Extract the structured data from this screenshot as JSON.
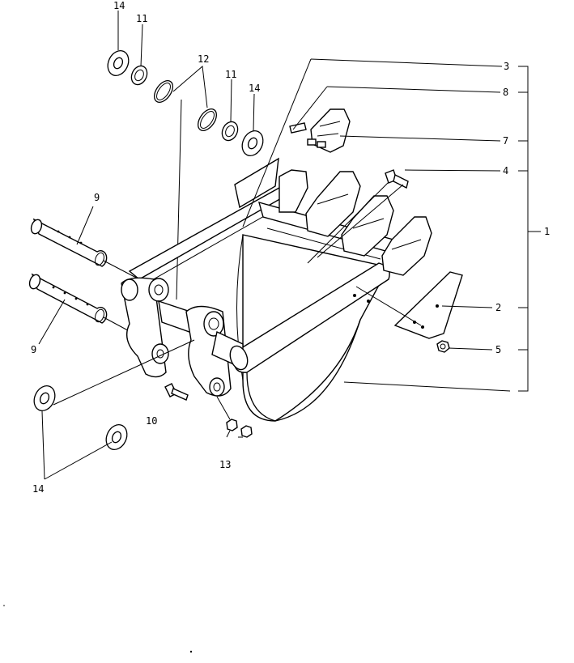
{
  "callouts": [
    {
      "id": "c14a",
      "text": "14"
    },
    {
      "id": "c11a",
      "text": "11"
    },
    {
      "id": "c12",
      "text": "12"
    },
    {
      "id": "c11b",
      "text": "11"
    },
    {
      "id": "c14b",
      "text": "14"
    },
    {
      "id": "c3",
      "text": "3"
    },
    {
      "id": "c8",
      "text": "8"
    },
    {
      "id": "c7",
      "text": "7"
    },
    {
      "id": "c4",
      "text": "4"
    },
    {
      "id": "c1",
      "text": "1"
    },
    {
      "id": "c9a",
      "text": "9"
    },
    {
      "id": "c9b",
      "text": "9"
    },
    {
      "id": "c2",
      "text": "2"
    },
    {
      "id": "c5",
      "text": "5"
    },
    {
      "id": "c10",
      "text": "10"
    },
    {
      "id": "c13",
      "text": "13"
    },
    {
      "id": "c14c",
      "text": "14"
    }
  ]
}
